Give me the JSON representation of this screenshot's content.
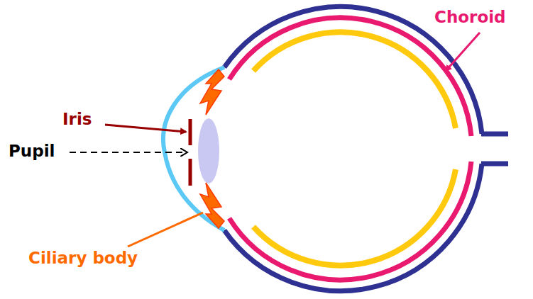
{
  "diagram": {
    "labels": [
      "Choroid",
      "Iris",
      "Pupil",
      "Ciliary body"
    ]
  }
}
